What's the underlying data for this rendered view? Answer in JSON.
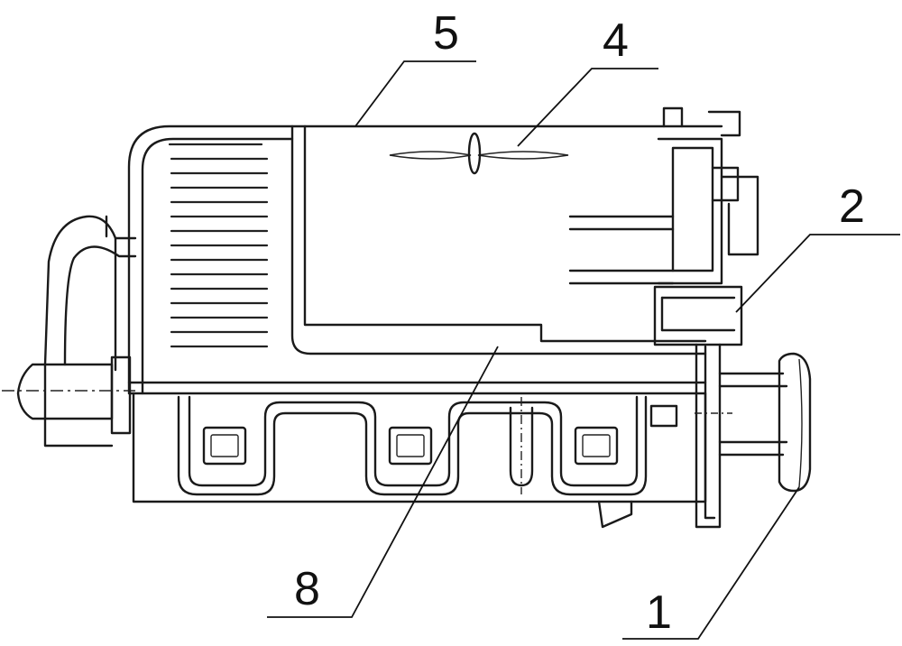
{
  "labels": {
    "part_1": "1",
    "part_2": "2",
    "part_4": "4",
    "part_5": "5",
    "part_8": "8"
  }
}
